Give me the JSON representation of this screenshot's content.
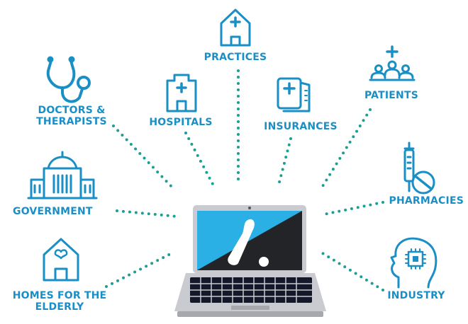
{
  "colors": {
    "primary": "#1a8fc6",
    "dots": "#1a9f95",
    "screen_blue": "#2ab0e4",
    "screen_dark": "#222428",
    "laptop_grey": "#c9cbd0",
    "keys": "#15172b"
  },
  "hub": {
    "icon": "laptop-icon"
  },
  "nodes": {
    "practices": {
      "label": "PRACTICES",
      "icon": "house-cross-icon"
    },
    "hospitals": {
      "label": "HOSPITALS",
      "icon": "hospital-building-icon"
    },
    "insurances": {
      "label": "INSURANCES",
      "icon": "insurance-card-icon"
    },
    "doctors": {
      "label_line1": "DOCTORS &",
      "label_line2": "THERAPISTS",
      "icon": "stethoscope-icon"
    },
    "patients": {
      "label": "PATIENTS",
      "icon": "patients-group-icon"
    },
    "government": {
      "label": "GOVERNMENT",
      "icon": "government-building-icon"
    },
    "pharmacies": {
      "label": "PHARMACIES",
      "icon": "pharmacy-syringe-pill-icon"
    },
    "homes": {
      "label_line1": "HOMES FOR THE",
      "label_line2": "ELDERLY",
      "icon": "house-heart-icon"
    },
    "industry": {
      "label": "INDUSTRY",
      "icon": "head-chip-icon"
    }
  }
}
